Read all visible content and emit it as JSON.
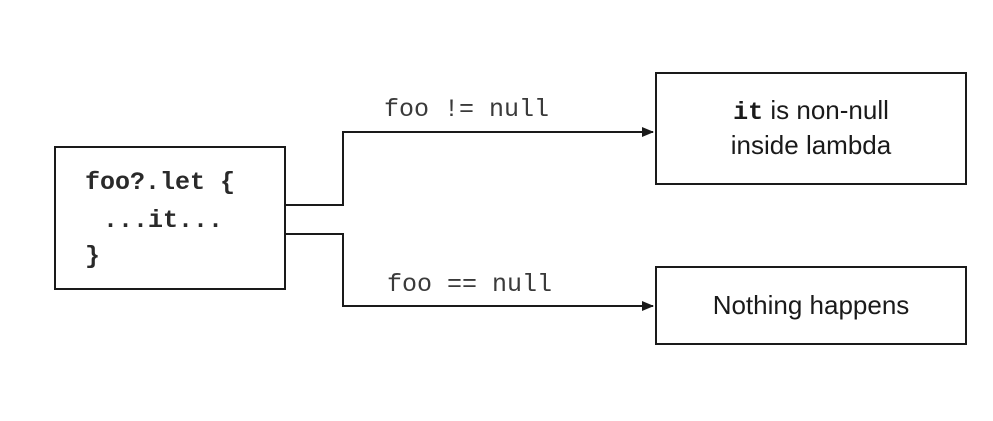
{
  "code_box": {
    "line1": "foo?.let {",
    "line2": "...it...",
    "line3": "}"
  },
  "branches": [
    {
      "condition": "foo != null",
      "result_keyword": "it",
      "result_line1_rest": " is non-null",
      "result_line2": "inside lambda"
    },
    {
      "condition": "foo == null",
      "result": "Nothing happens"
    }
  ],
  "colors": {
    "stroke": "#1a1a1a",
    "text": "#1a1a1a",
    "background": "#ffffff"
  }
}
